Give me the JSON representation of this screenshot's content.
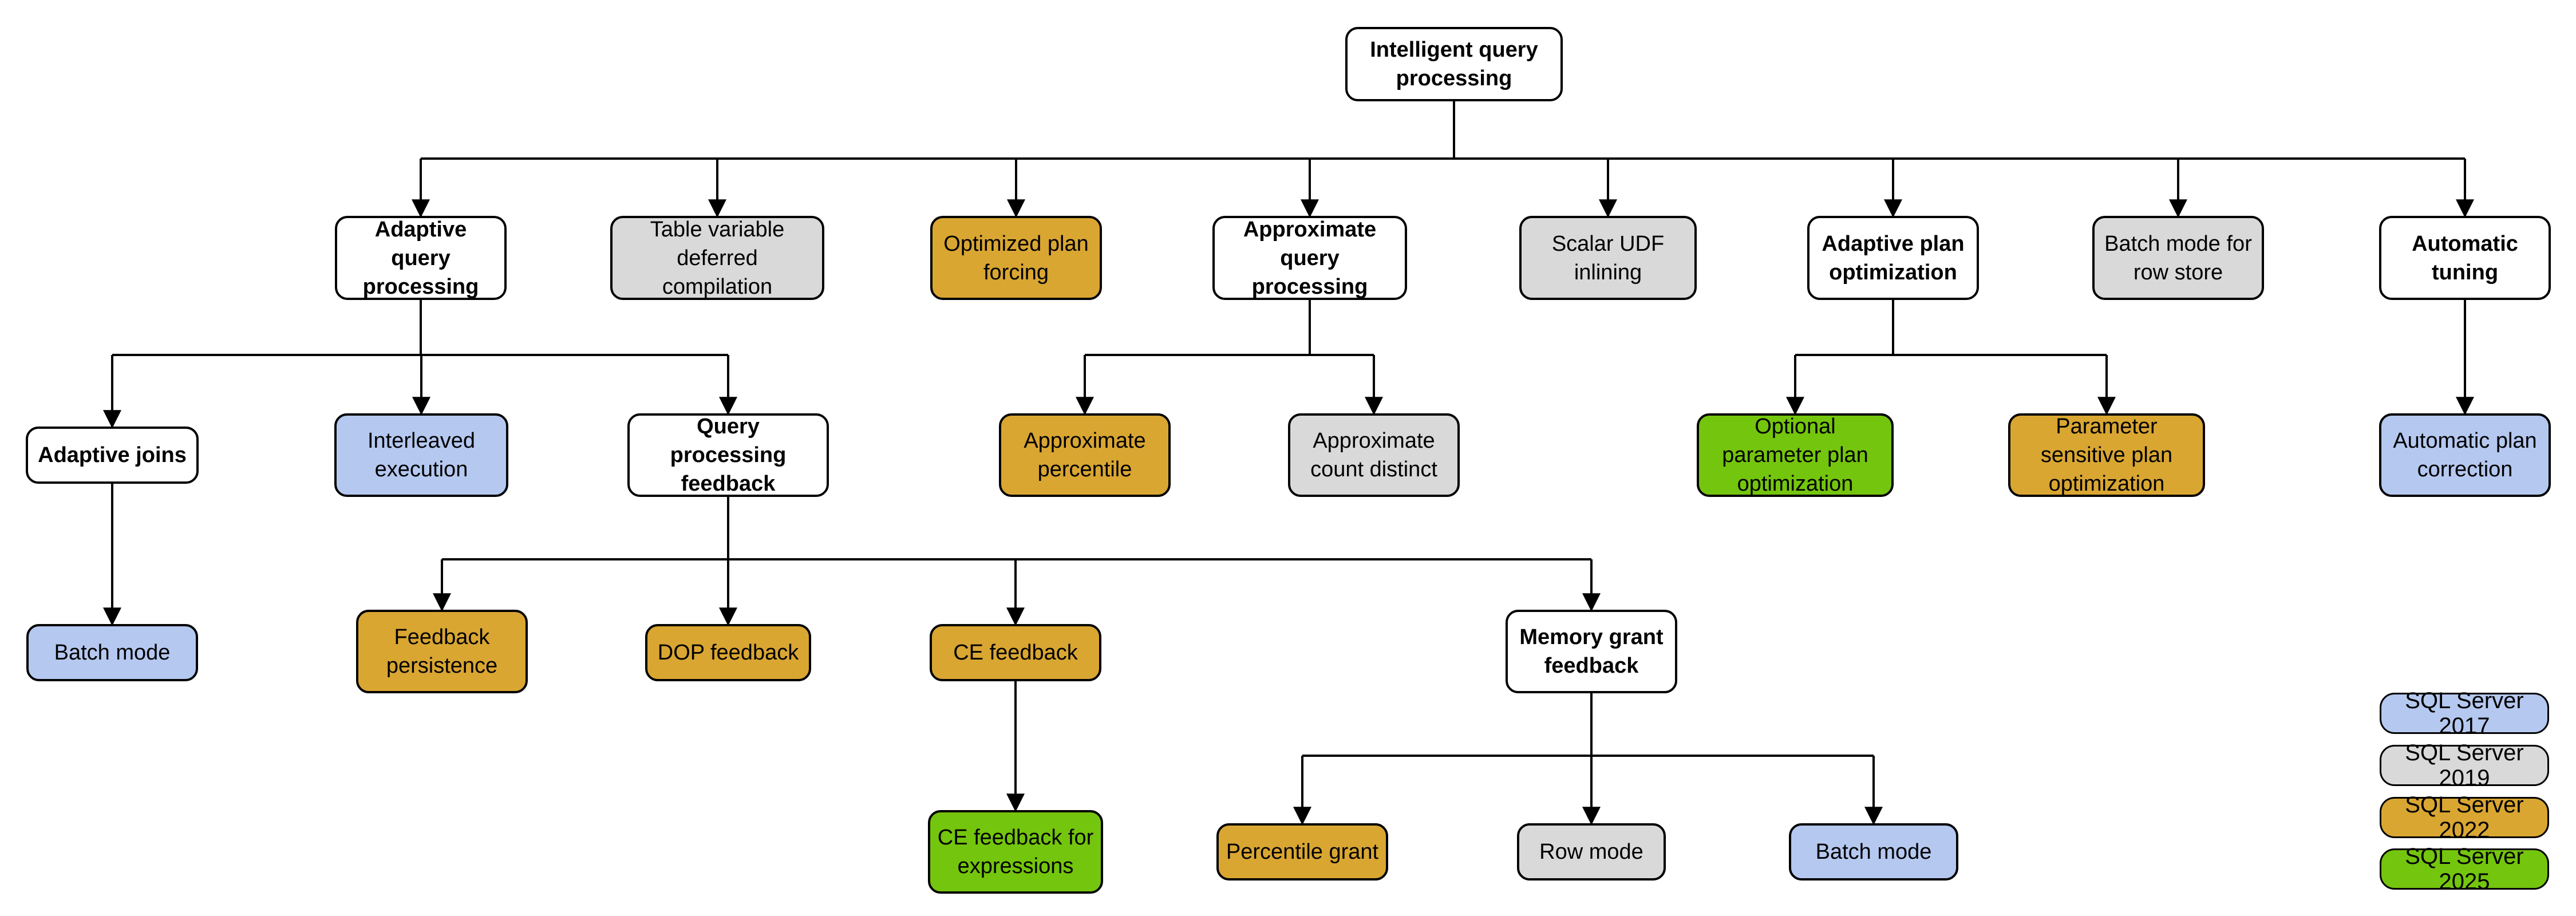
{
  "nodes": {
    "iqp": {
      "label": "Intelligent query processing",
      "version": "base"
    },
    "aqp": {
      "label": "Adaptive query processing",
      "version": "base"
    },
    "tvdc": {
      "label": "Table variable deferred compilation",
      "version": "2019"
    },
    "opf": {
      "label": "Optimized plan forcing",
      "version": "2022"
    },
    "apqp": {
      "label": "Approximate query processing",
      "version": "base"
    },
    "sudf": {
      "label": "Scalar UDF inlining",
      "version": "2019"
    },
    "apo": {
      "label": "Adaptive plan optimization",
      "version": "base"
    },
    "bmrs": {
      "label": "Batch mode for row store",
      "version": "2019"
    },
    "at": {
      "label": "Automatic tuning",
      "version": "base"
    },
    "aj": {
      "label": "Adaptive joins",
      "version": "base"
    },
    "ie": {
      "label": "Interleaved execution",
      "version": "2017"
    },
    "qpf": {
      "label": "Query processing feedback",
      "version": "base"
    },
    "ap": {
      "label": "Approximate percentile",
      "version": "2022"
    },
    "acd": {
      "label": "Approximate count distinct",
      "version": "2019"
    },
    "oppo": {
      "label": "Optional parameter plan optimization",
      "version": "2025"
    },
    "pspo": {
      "label": "Parameter sensitive plan optimization",
      "version": "2022"
    },
    "apc": {
      "label": "Automatic plan correction",
      "version": "2017"
    },
    "bm1": {
      "label": "Batch mode",
      "version": "2017"
    },
    "fp": {
      "label": "Feedback persistence",
      "version": "2022"
    },
    "dop": {
      "label": "DOP feedback",
      "version": "2022"
    },
    "cef": {
      "label": "CE feedback",
      "version": "2022"
    },
    "mgf": {
      "label": "Memory grant feedback",
      "version": "base"
    },
    "ceffe": {
      "label": "CE feedback for expressions",
      "version": "2025"
    },
    "pg": {
      "label": "Percentile grant",
      "version": "2022"
    },
    "rm": {
      "label": "Row mode",
      "version": "2019"
    },
    "bm2": {
      "label": "Batch mode",
      "version": "2017"
    }
  },
  "legend": {
    "items": [
      {
        "label": "SQL Server 2017",
        "color": "#B5C8F0"
      },
      {
        "label": "SQL Server 2019",
        "color": "#D9D9D9"
      },
      {
        "label": "SQL Server 2022",
        "color": "#D9A632"
      },
      {
        "label": "SQL Server 2025",
        "color": "#74C50D"
      }
    ]
  },
  "colors": {
    "2017": "#B5C8F0",
    "2019": "#D9D9D9",
    "2022": "#D9A632",
    "2025": "#74C50D",
    "base": "#FFFFFF",
    "line": "#000000"
  }
}
